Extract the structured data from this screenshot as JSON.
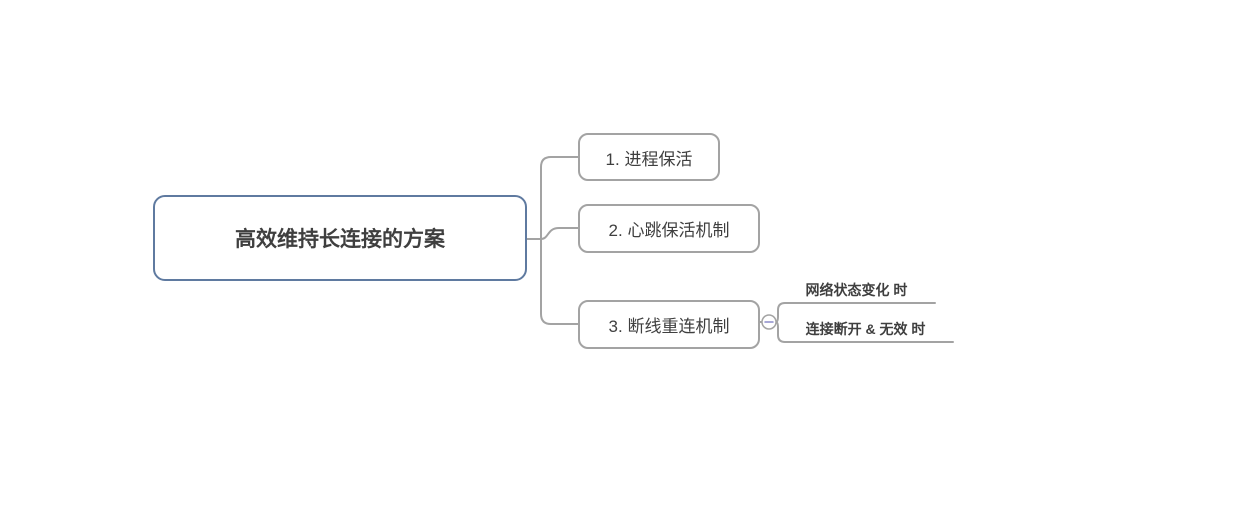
{
  "diagram": {
    "type": "mindmap",
    "root": {
      "label": "高效维持长连接的方案"
    },
    "children": [
      {
        "label": "1. 进程保活"
      },
      {
        "label": "2. 心跳保活机制"
      },
      {
        "label": "3. 断线重连机制",
        "collapse_icon": "minus-circle",
        "children": [
          {
            "label": "网络状态变化 时"
          },
          {
            "label": "连接断开 & 无效 时"
          }
        ]
      }
    ],
    "colors": {
      "background": "#ffffff",
      "root_border": "#5f7aa0",
      "branch_border": "#a3a3a3",
      "connector": "#a3a3a3",
      "text": "#3f3f3f",
      "collapse_minus": "#8c8cca"
    }
  }
}
